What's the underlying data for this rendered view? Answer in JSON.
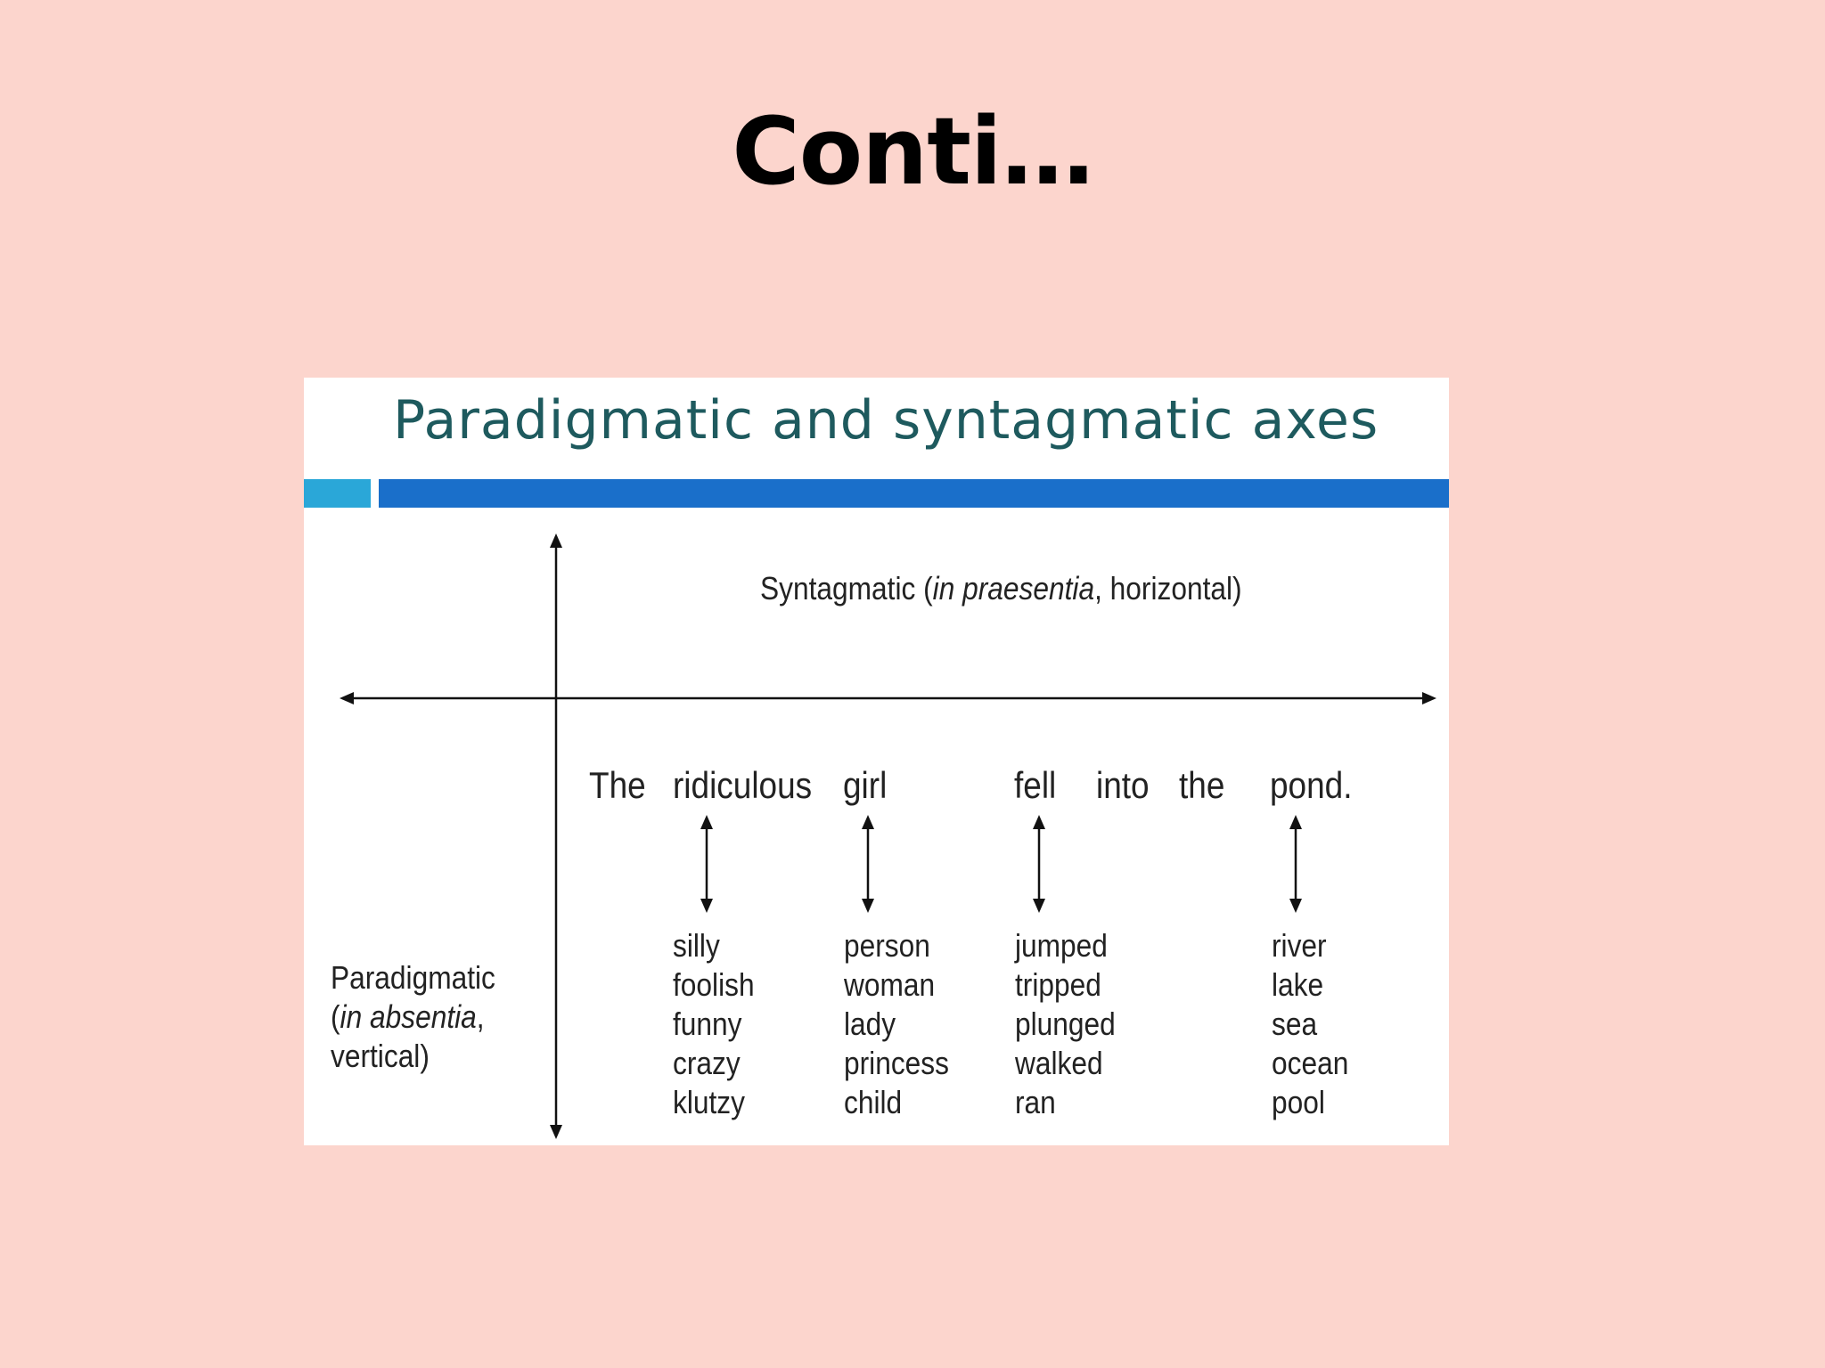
{
  "slide": {
    "title": "Conti…"
  },
  "figure": {
    "title": "Paradigmatic and syntagmatic axes",
    "syntagmatic_label": {
      "prefix": "Syntagmatic (",
      "italic": "in praesentia",
      "suffix": ", horizontal)"
    },
    "paradigmatic_label": {
      "line1": "Paradigmatic",
      "line2_prefix": "(",
      "line2_italic": "in absentia",
      "line2_suffix": ",",
      "line3": "vertical)"
    },
    "sentence": [
      "The",
      "ridiculous",
      "girl",
      "fell",
      "into",
      "the",
      "pond."
    ],
    "substitutions": {
      "ridiculous": [
        "silly",
        "foolish",
        "funny",
        "crazy",
        "klutzy"
      ],
      "girl": [
        "person",
        "woman",
        "lady",
        "princess",
        "child"
      ],
      "fell": [
        "jumped",
        "tripped",
        "plunged",
        "walked",
        "ran"
      ],
      "pond": [
        "river",
        "lake",
        "sea",
        "ocean",
        "pool"
      ]
    },
    "colors": {
      "title": "#1e5a5e",
      "accent_light": "#2aa7d8",
      "accent_main": "#1a6fca",
      "slide_background": "#fcd5cd"
    }
  }
}
